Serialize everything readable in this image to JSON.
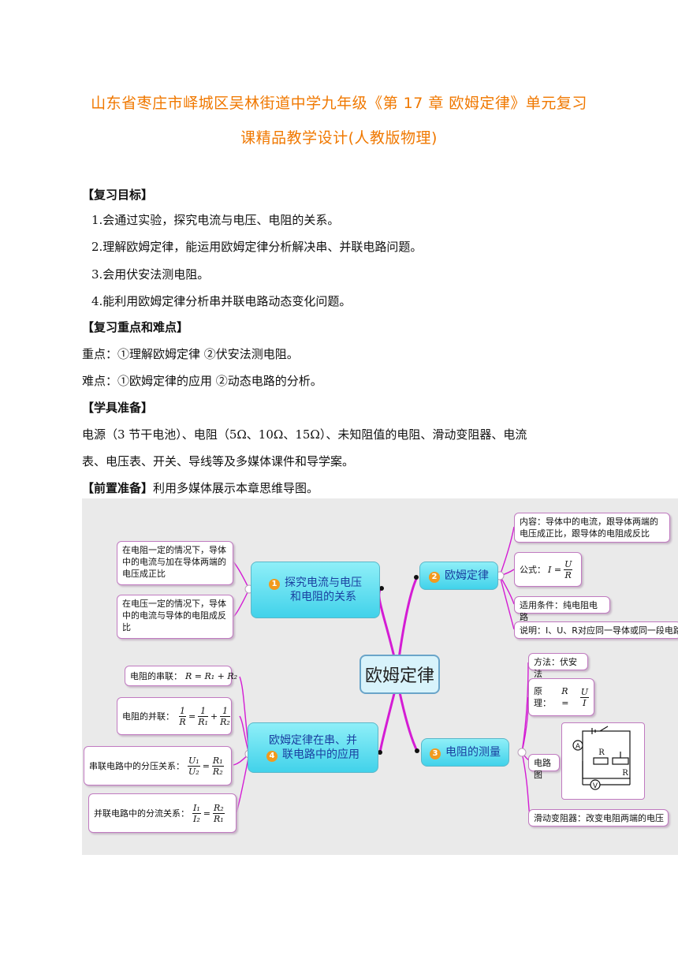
{
  "title": {
    "line1": "山东省枣庄市峄城区吴林街道中学九年级《第 17 章  欧姆定律》单元复习",
    "line2": "课精品教学设计(人教版物理)"
  },
  "objectives": {
    "heading": "【复习目标】",
    "items": [
      "1.会通过实验，探究电流与电压、电阻的关系。",
      "2.理解欧姆定律，能运用欧姆定律分析解决串、并联电路问题。",
      "3.会用伏安法测电阻。",
      "4.能利用欧姆定律分析串并联电路动态变化问题。"
    ]
  },
  "keypoints": {
    "heading": "【复习重点和难点】",
    "important": "重点：①理解欧姆定律    ②伏安法测电阻。",
    "difficult": "难点：①欧姆定律的应用    ②动态电路的分析。"
  },
  "materials": {
    "heading": "【学具准备】",
    "line1": "电源（3 节干电池）、电阻（5Ω、10Ω、15Ω）、未知阻值的电阻、滑动变阻器、电流",
    "line2": "表、电压表、开关、导线等及多媒体课件和导学案。"
  },
  "preparation": {
    "heading": "【前置准备】",
    "text": "利用多媒体展示本章思维导图。"
  },
  "mindmap": {
    "center": "欧姆定律",
    "branch1": {
      "num": "1",
      "label_line1": "探究电流与电压",
      "label_line2": "和电阻的关系",
      "leaf1": "在电阻一定的情况下，导体中的电流与加在导体两端的电压成正比",
      "leaf2": "在电压一定的情况下，导体中的电流与导体的电阻成反比"
    },
    "branch2": {
      "num": "2",
      "label": "欧姆定律",
      "content": "内容：导体中的电流，跟导体两端的电压成正比，跟导体的电阻成反比",
      "formula_label": "公式：",
      "formula_lhs": "I =",
      "formula_num": "U",
      "formula_den": "R",
      "condition": "适用条件：纯电阻电路",
      "note": "说明：I、U、R对应同一导体或同一段电路"
    },
    "branch3": {
      "num": "3",
      "label": "电阻的测量",
      "method": "方法：伏安法",
      "principle_label": "原理：",
      "principle_lhs": "R =",
      "principle_num": "U",
      "principle_den": "I",
      "circuit_label": "电路图",
      "rheostat": "滑动变阻器：改变电阻两端的电压",
      "circuit_ammeter": "A",
      "circuit_voltmeter": "V",
      "circuit_r": "R",
      "circuit_rp": "R"
    },
    "branch4": {
      "num": "4",
      "label_line1": "欧姆定律在串、并",
      "label_line2": "联电路中的应用",
      "series_label": "电阻的串联：",
      "series_formula": "R = R₁ + R₂",
      "parallel_label": "电阻的并联：",
      "parallel_lhs_num": "1",
      "parallel_lhs_den": "R",
      "parallel_r1_num": "1",
      "parallel_r1_den": "R₁",
      "parallel_r2_num": "1",
      "parallel_r2_den": "R₂",
      "voltage_label": "串联电路中的分压关系：",
      "voltage_num_l": "U₁",
      "voltage_den_l": "U₂",
      "voltage_num_r": "R₁",
      "voltage_den_r": "R₂",
      "current_label": "并联电路中的分流关系：",
      "current_num_l": "I₁",
      "current_den_l": "I₂",
      "current_num_r": "R₂",
      "current_den_r": "R₁"
    }
  }
}
